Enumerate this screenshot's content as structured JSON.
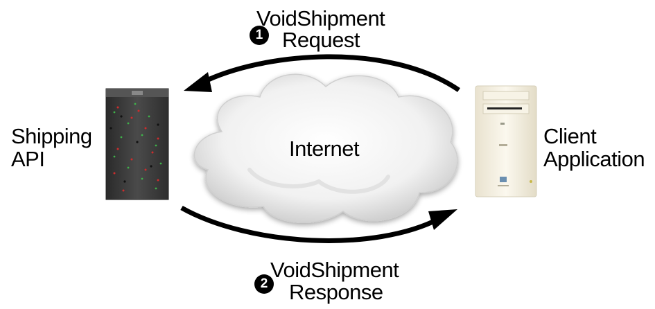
{
  "nodes": {
    "server": {
      "line1": "Shipping",
      "line2": "API"
    },
    "client": {
      "line1": "Client",
      "line2": "Application"
    },
    "network": {
      "label": "Internet"
    }
  },
  "steps": [
    {
      "number": "1",
      "line1": "VoidShipment",
      "line2": "Request"
    },
    {
      "number": "2",
      "line1": "VoidShipment",
      "line2": "Response"
    }
  ],
  "colors": {
    "arrow": "#000000",
    "server_body": "#3a3a3a",
    "client_body": "#f4efe0",
    "cloud": "#f3f3f3"
  },
  "icons": {
    "server": "server-rack-icon",
    "client": "desktop-tower-icon",
    "network": "cloud-icon"
  }
}
